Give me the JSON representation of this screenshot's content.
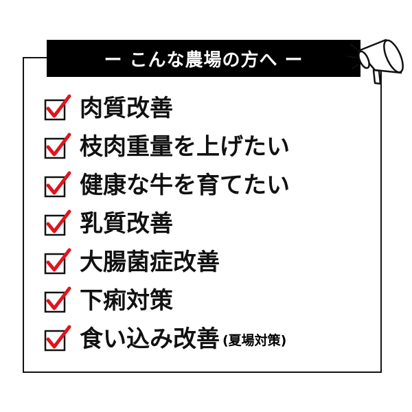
{
  "banner": {
    "title": "ー こんな農場の方へ ー"
  },
  "colors": {
    "check_mark": "#e0141e",
    "box_border": "#111111",
    "banner_bg": "#000000",
    "banner_text": "#ffffff"
  },
  "icons": {
    "megaphone": "megaphone-icon",
    "check": "checked-box-icon"
  },
  "items": [
    {
      "label": "肉質改善",
      "suffix": ""
    },
    {
      "label": "枝肉重量を上げたい",
      "suffix": ""
    },
    {
      "label": "健康な牛を育てたい",
      "suffix": ""
    },
    {
      "label": "乳質改善",
      "suffix": ""
    },
    {
      "label": "大腸菌症改善",
      "suffix": ""
    },
    {
      "label": "下痢対策",
      "suffix": ""
    },
    {
      "label": "食い込み改善",
      "suffix": "(夏場対策)"
    }
  ]
}
